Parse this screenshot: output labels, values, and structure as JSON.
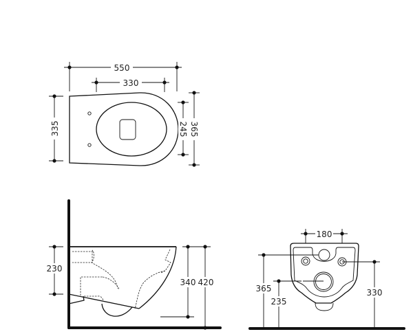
{
  "drawing": {
    "top_view": {
      "overall_length": "550",
      "fixing_spacing": "330",
      "rear_width": "335",
      "inner_width": "245",
      "overall_width": "365"
    },
    "side_view": {
      "fixing_height": "230",
      "rim_to_outlet": "340",
      "rim_height": "420"
    },
    "rear_view": {
      "bolt_spacing": "180",
      "inlet_height": "365",
      "outlet_height": "235",
      "bolt_height": "330"
    },
    "colors": {
      "line": "#111111",
      "background": "#ffffff"
    }
  }
}
